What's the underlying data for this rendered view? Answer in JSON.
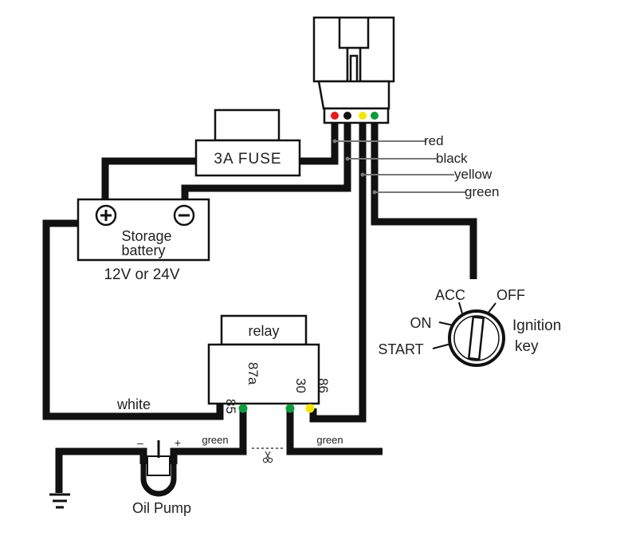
{
  "fuse": {
    "label": "3A FUSE"
  },
  "battery": {
    "label_line1": "Storage",
    "label_line2": "battery",
    "voltage": "12V or 24V",
    "plus_symbol": "+",
    "minus_symbol": "−"
  },
  "connector": {
    "wires": [
      {
        "label": "red",
        "color": "#e01b1b"
      },
      {
        "label": "black",
        "color": "#111111"
      },
      {
        "label": "yellow",
        "color": "#f2e600"
      },
      {
        "label": "green",
        "color": "#0e9a3c"
      }
    ]
  },
  "relay": {
    "label": "relay",
    "pins": [
      "85",
      "87a",
      "30",
      "86"
    ],
    "pin_colors": {
      "87a": "#0e9a3c",
      "30": "#0e9a3c",
      "86": "#f2e600"
    }
  },
  "wires": {
    "white": "white",
    "green_left": "green",
    "green_right": "green"
  },
  "ignition": {
    "positions": [
      "ACC",
      "OFF",
      "ON",
      "START"
    ],
    "label_line1": "Ignition",
    "label_line2": "key"
  },
  "pump": {
    "label": "Oil Pump",
    "minus": "–",
    "plus": "+"
  },
  "cut_icon": "scissors-icon"
}
